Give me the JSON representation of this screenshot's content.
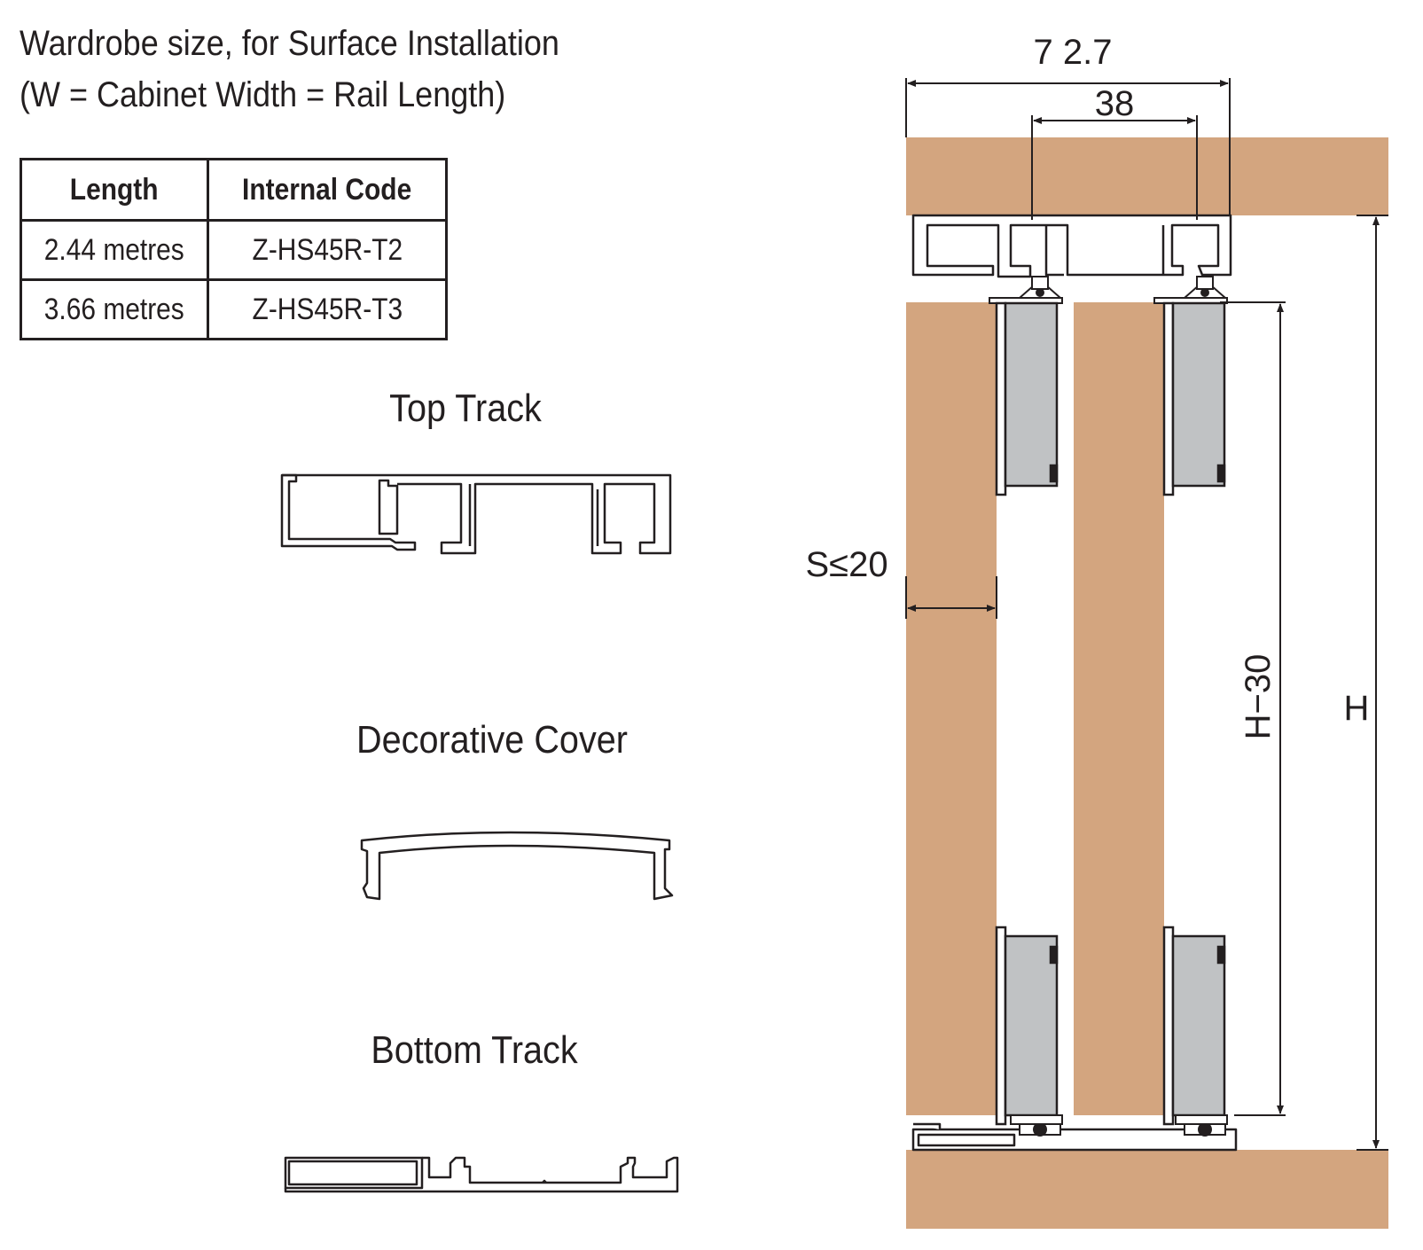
{
  "header": {
    "line1": "Wardrobe size, for Surface Installation",
    "line2": "(W = Cabinet Width = Rail Length)"
  },
  "table": {
    "headers": [
      "Length",
      "Internal Code"
    ],
    "rows": [
      [
        "2.44 metres",
        "Z-HS45R-T2"
      ],
      [
        "3.66 metres",
        "Z-HS45R-T3"
      ]
    ]
  },
  "profiles": {
    "top_track": "Top Track",
    "decorative_cover": "Decorative Cover",
    "bottom_track": "Bottom Track"
  },
  "dimensions": {
    "overall_width": "7 2.7",
    "track_gap": "38",
    "door_thickness": "S≤20",
    "door_height": "H−30",
    "cabinet_height": "H"
  },
  "colors": {
    "wood": "#d3a57f",
    "hardware": "#c0c2c4",
    "line": "#231f20"
  }
}
